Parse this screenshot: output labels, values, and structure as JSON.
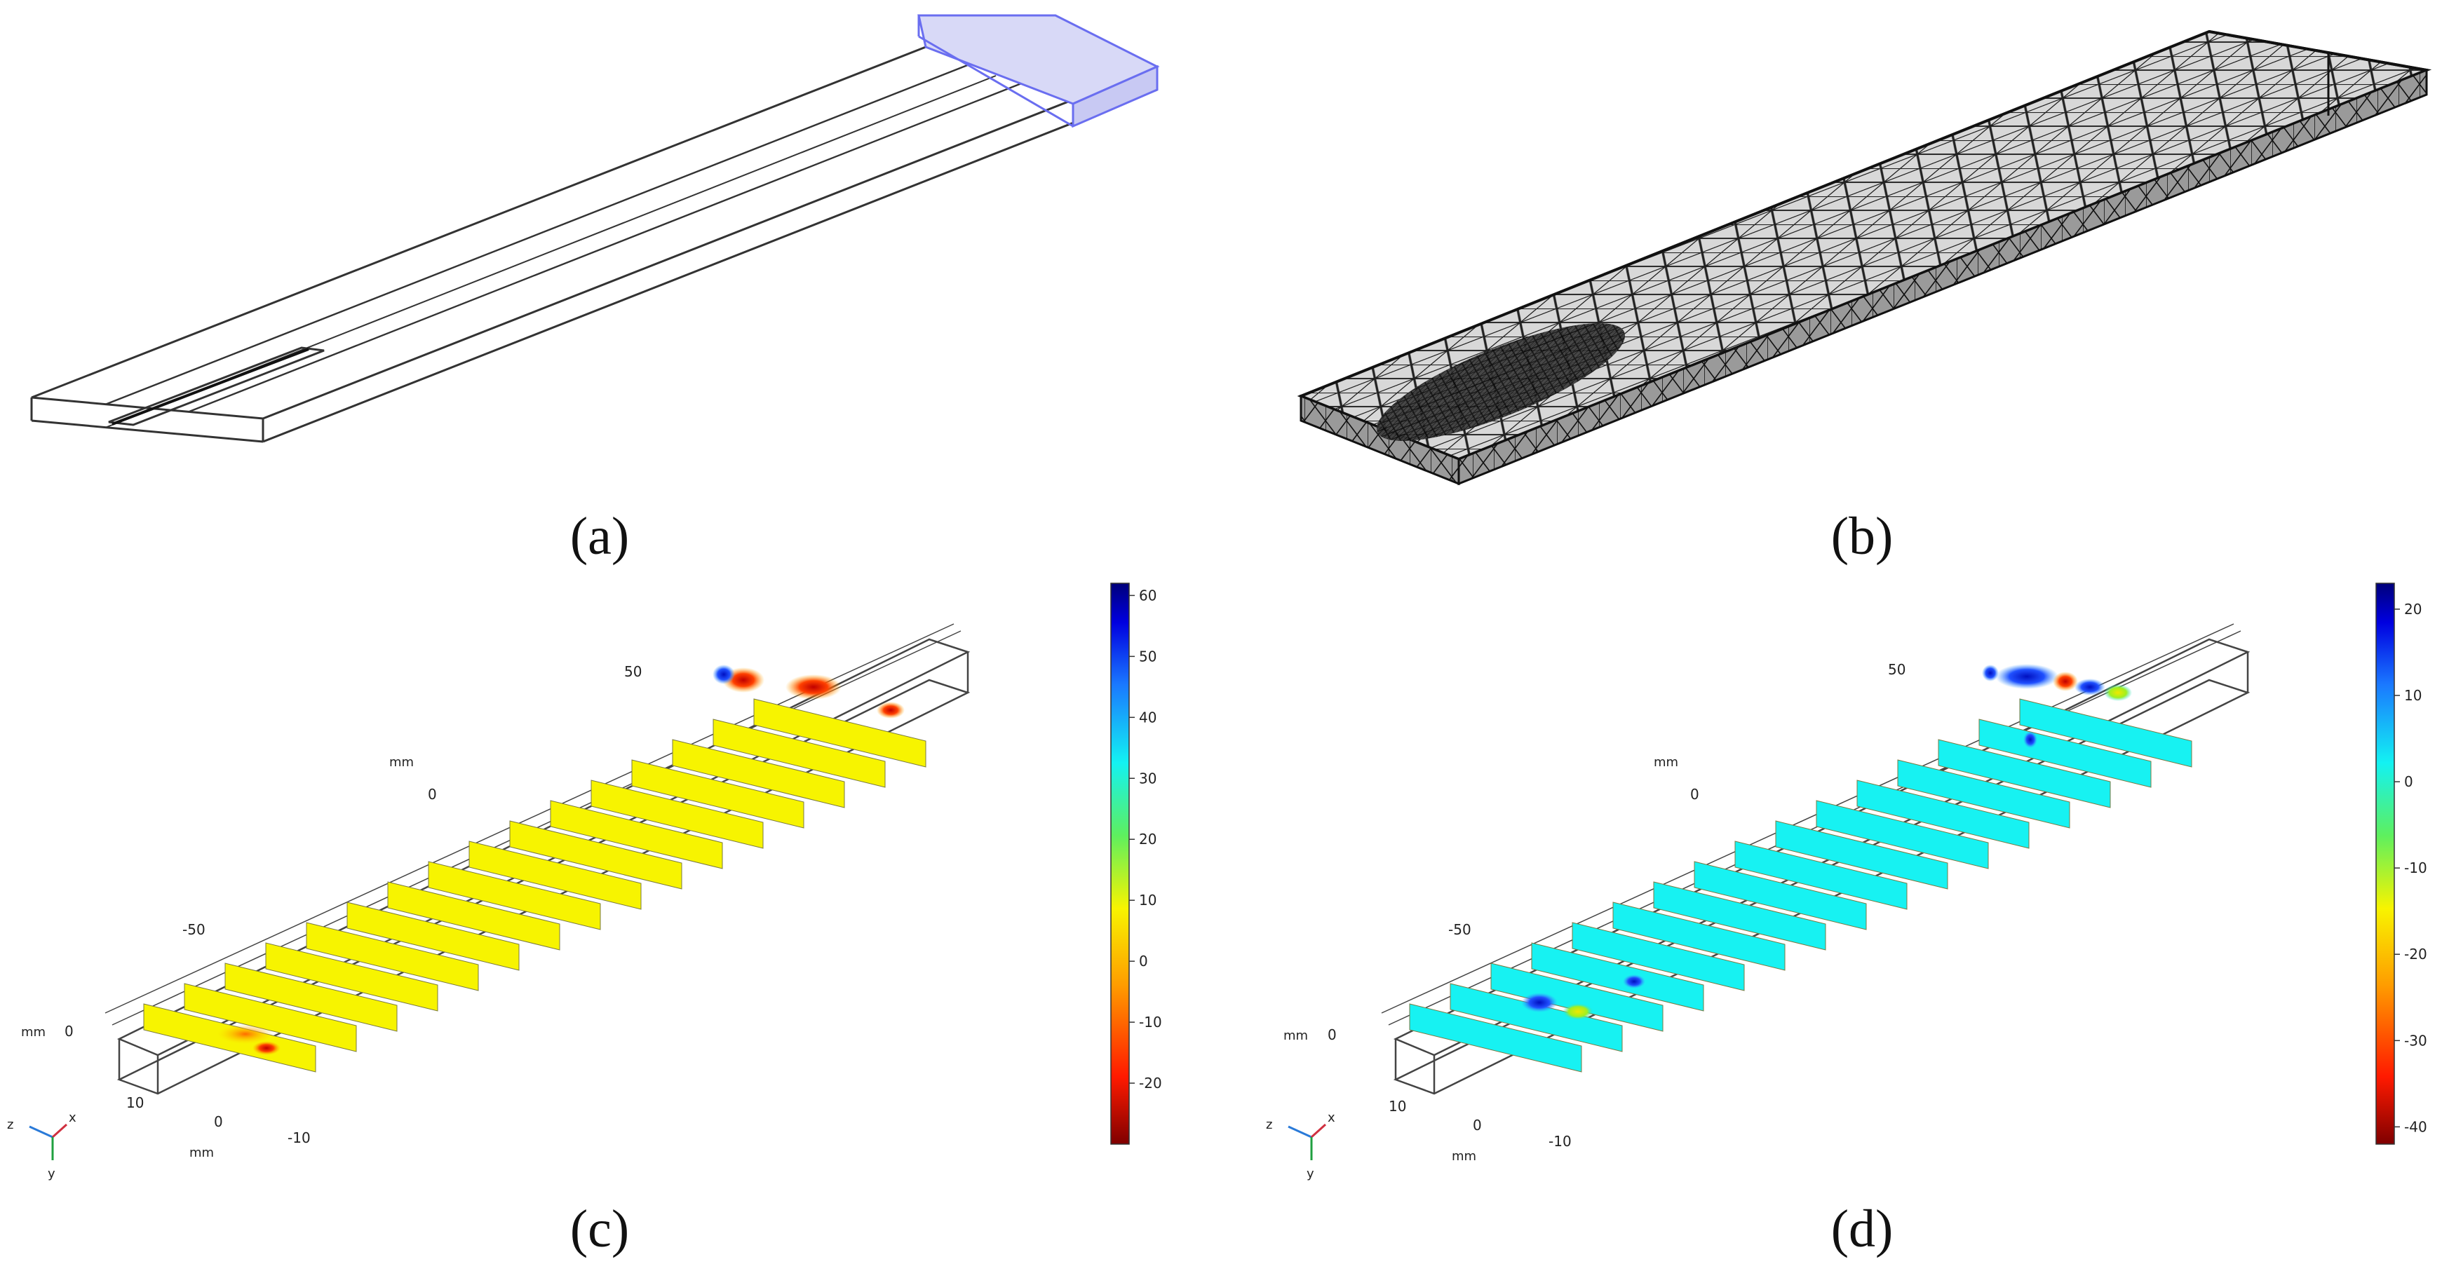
{
  "panels": {
    "a": {
      "caption": "(a)"
    },
    "b": {
      "caption": "(b)"
    },
    "c": {
      "caption": "(c)",
      "axis_unit": "mm",
      "ticks_long": [
        "50",
        "0",
        "-50"
      ],
      "ticks_z": [
        "10",
        "0",
        "-10"
      ],
      "tick_vertical": "0",
      "triad": [
        "z",
        "x",
        "y"
      ],
      "colorbar": {
        "ticks": [
          "60",
          "50",
          "40",
          "30",
          "20",
          "10",
          "0",
          "-10",
          "-20"
        ],
        "min": -30,
        "max": 62
      },
      "slice_color": "#f7f400"
    },
    "d": {
      "caption": "(d)",
      "axis_unit": "mm",
      "ticks_long": [
        "50",
        "0",
        "-50"
      ],
      "ticks_z": [
        "10",
        "0",
        "-10"
      ],
      "tick_vertical": "0",
      "triad": [
        "z",
        "x",
        "y"
      ],
      "colorbar": {
        "ticks": [
          "20",
          "10",
          "0",
          "-10",
          "-20",
          "-30",
          "-40"
        ],
        "min": -42,
        "max": 23
      },
      "slice_color": "#17f2f2"
    }
  },
  "colors": {
    "highlight": "#7a7ef0",
    "mesh": "#1a1a1a"
  }
}
